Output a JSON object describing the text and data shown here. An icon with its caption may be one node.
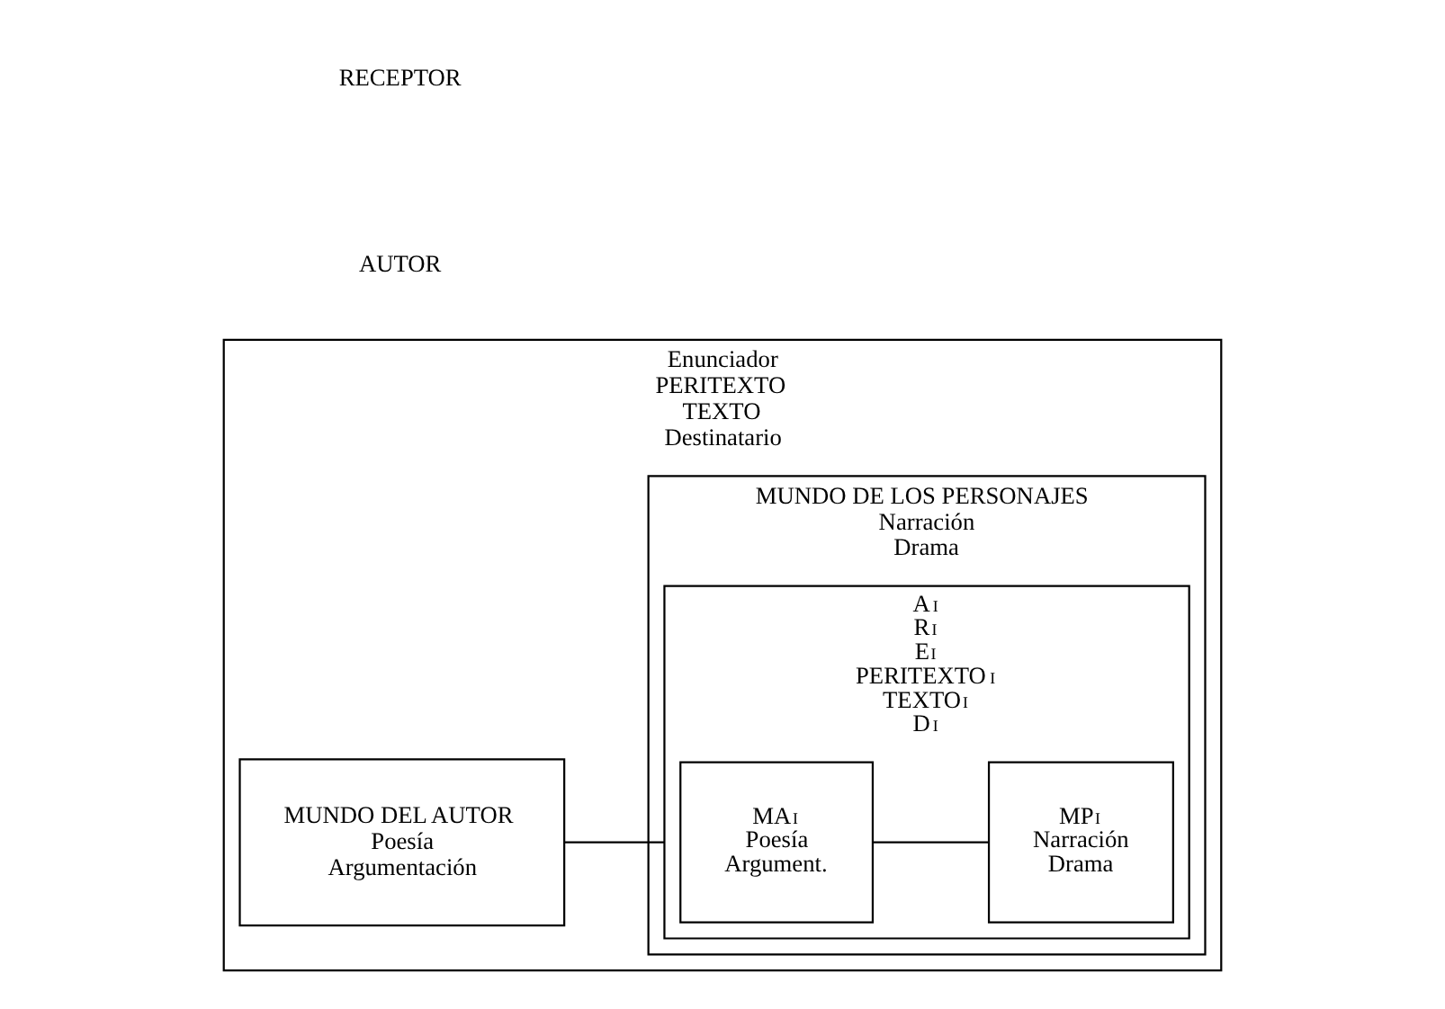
{
  "diagram": {
    "nodes": [
      {
        "text": [
          "Enunciador",
          "PERITEXTO",
          "TEXTO",
          "Destinatario"
        ]
      },
      {
        "text": [
          "MUNDO DEL AUTOR",
          "Poesía",
          "Argumentación"
        ],
        "in": 0
      },
      {
        "text": [
          "MUNDO DE LOS PERSONAJES",
          "Narración",
          "Drama"
        ],
        "in": 0
      },
      {
        "text": [
          "A$_{I}$",
          "R$_{I}$",
          "E$_{I}$",
          "PERITEXTO$_{I}$",
          "TEXTO$_{I}$",
          "D$_{I}$"
        ],
        "in": 2
      },
      {
        "text": [
          "MA$_{I}$",
          "Poesía",
          "Argument."
        ],
        "in": 3
      },
      {
        "text": [
          "MP$_{I}$",
          "Narración",
          "Drama"
        ],
        "in": 3
      }
    ],
    "edges": [
      {
        "from": 1,
        "to": 3,
        "arrow": "none"
      },
      {
        "from": 4,
        "to": 5,
        "arrow": "none"
      }
    ],
    "labels": [
      "AUTOR",
      "RECEPTOR"
    ]
  }
}
